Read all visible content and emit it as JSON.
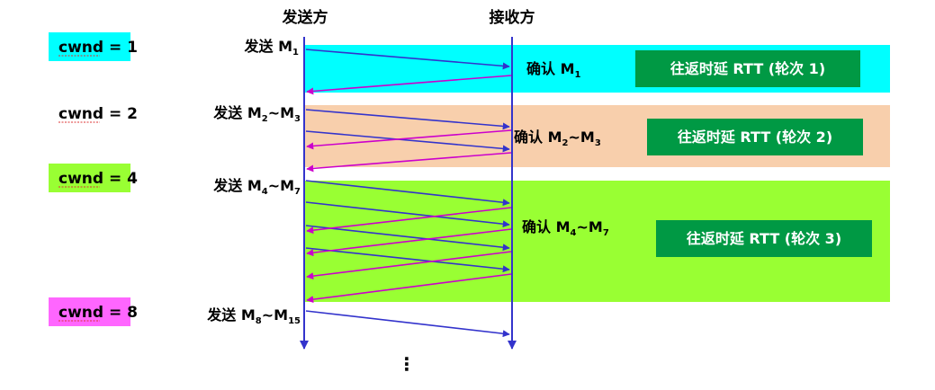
{
  "header": {
    "sender": "发送方",
    "receiver": "接收方"
  },
  "cwnd": [
    {
      "name": "cwnd",
      "eq": " = ",
      "value": "1",
      "bg": "#00ffff"
    },
    {
      "name": "cwnd",
      "eq": " = ",
      "value": "2",
      "bg": "#ffffff"
    },
    {
      "name": "cwnd",
      "eq": " = ",
      "value": "4",
      "bg": "#99ff33"
    },
    {
      "name": "cwnd",
      "eq": " = ",
      "value": "8",
      "bg": "#ff66ff"
    }
  ],
  "sends": [
    {
      "verb": "发送",
      "m": "M",
      "s1": "1",
      "tilde": "",
      "m2": "",
      "s2": ""
    },
    {
      "verb": "发送",
      "m": "M",
      "s1": "2",
      "tilde": "~",
      "m2": "M",
      "s2": "3"
    },
    {
      "verb": "发送",
      "m": "M",
      "s1": "4",
      "tilde": "~",
      "m2": "M",
      "s2": "7"
    },
    {
      "verb": "发送",
      "m": "M",
      "s1": "8",
      "tilde": "~",
      "m2": "M",
      "s2": "15"
    }
  ],
  "acks": [
    {
      "verb": "确认",
      "m": "M",
      "s1": "1",
      "tilde": "",
      "m2": "",
      "s2": ""
    },
    {
      "verb": "确认",
      "m": "M",
      "s1": "2",
      "tilde": "~",
      "m2": "M",
      "s2": "3"
    },
    {
      "verb": "确认",
      "m": "M",
      "s1": "4",
      "tilde": "~",
      "m2": "M",
      "s2": "7"
    }
  ],
  "rtt": [
    "往返时延 RTT (轮次 1)",
    "往返时延 RTT (轮次 2)",
    "往返时延 RTT (轮次 3)"
  ],
  "ellipsis": "⋮",
  "colors": {
    "band1": "#00ffff",
    "band2": "#f8cfac",
    "band3": "#99ff33",
    "rtt_box": "#009944",
    "data_arrow": "#3333cc",
    "ack_arrow": "#cc00cc",
    "timeline": "#3333cc"
  }
}
